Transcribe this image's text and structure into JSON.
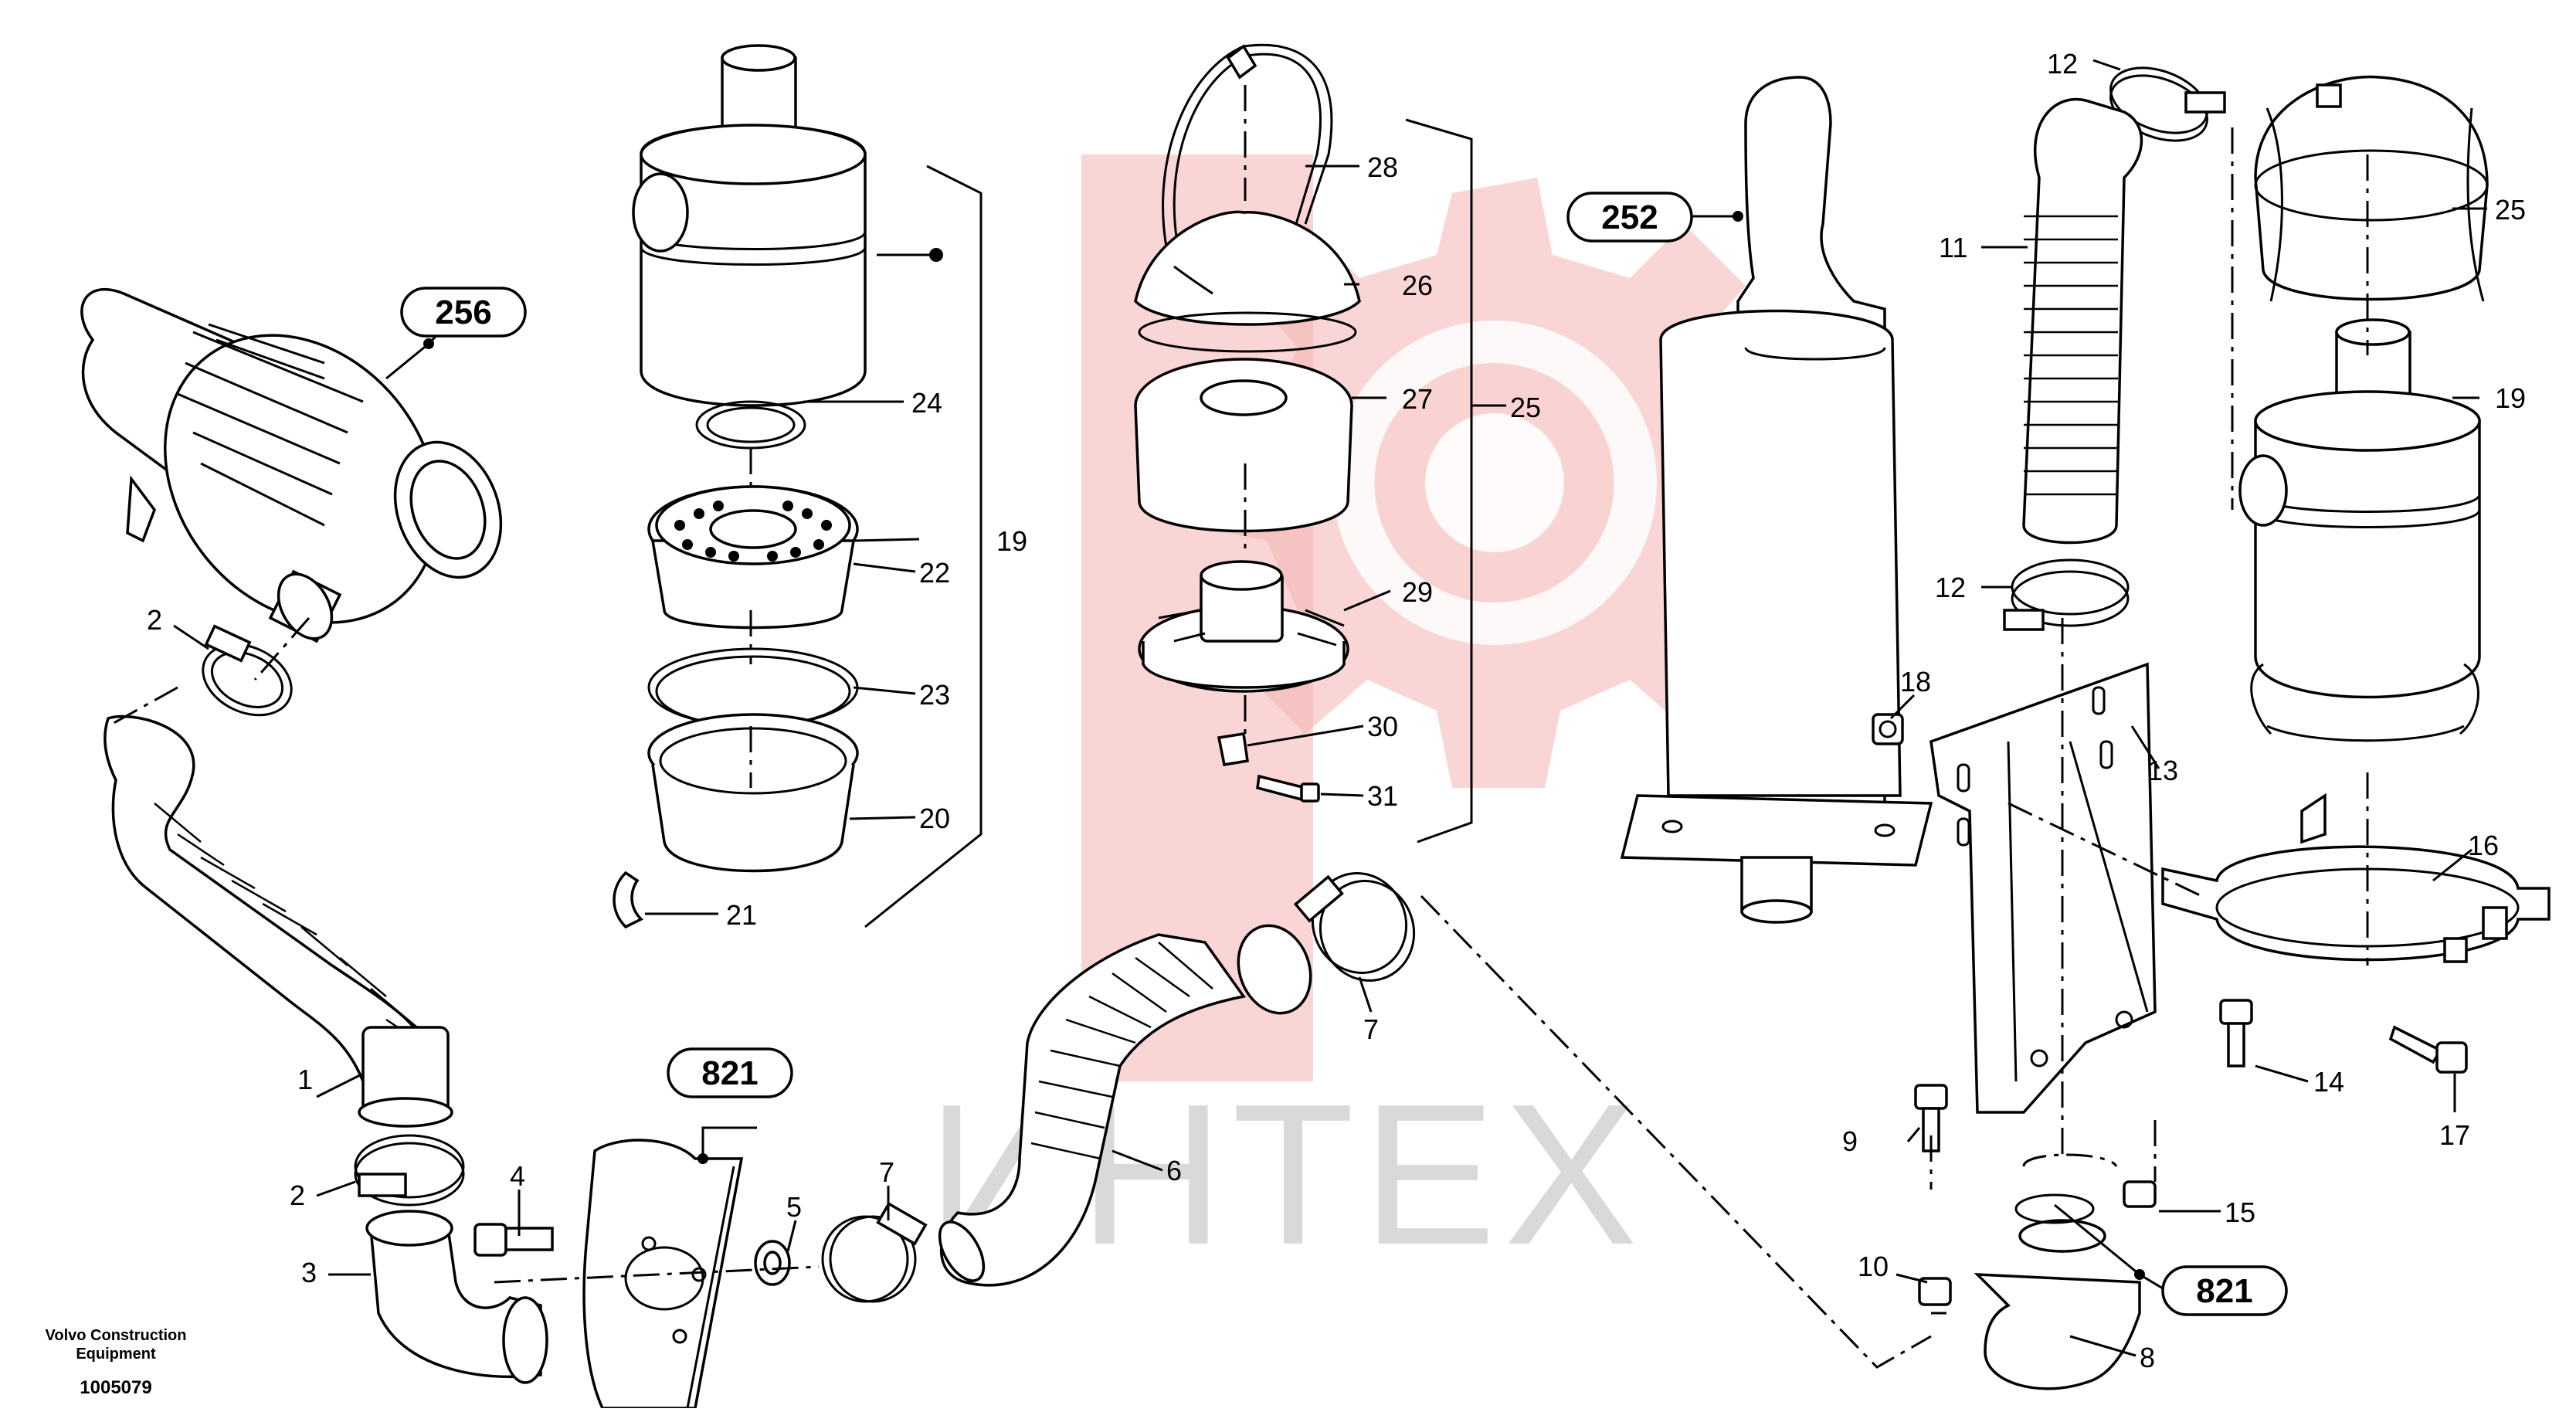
{
  "watermark": {
    "text": "ИНТЕХ",
    "logo_color": "#f4b3b3",
    "text_color": "#d9d9d9"
  },
  "footer": {
    "company_line1": "Volvo Construction",
    "company_line2": "Equipment",
    "drawing_number": "1005079"
  },
  "references": {
    "r256": "256",
    "r821a": "821",
    "r252": "252",
    "r821b": "821"
  },
  "callouts": {
    "c1": "1",
    "c2a": "2",
    "c2b": "2",
    "c3": "3",
    "c4": "4",
    "c5": "5",
    "c6": "6",
    "c7a": "7",
    "c7b": "7",
    "c8": "8",
    "c9": "9",
    "c10": "10",
    "c11": "11",
    "c12a": "12",
    "c12b": "12",
    "c13": "13",
    "c14": "14",
    "c15": "15",
    "c16": "16",
    "c17": "17",
    "c18": "18",
    "c19a": "19",
    "c19b": "19",
    "c20": "20",
    "c21": "21",
    "c22": "22",
    "c23": "23",
    "c24": "24",
    "c25a": "25",
    "c25b": "25",
    "c26": "26",
    "c27": "27",
    "c28": "28",
    "c29": "29",
    "c30": "30",
    "c31": "31"
  }
}
